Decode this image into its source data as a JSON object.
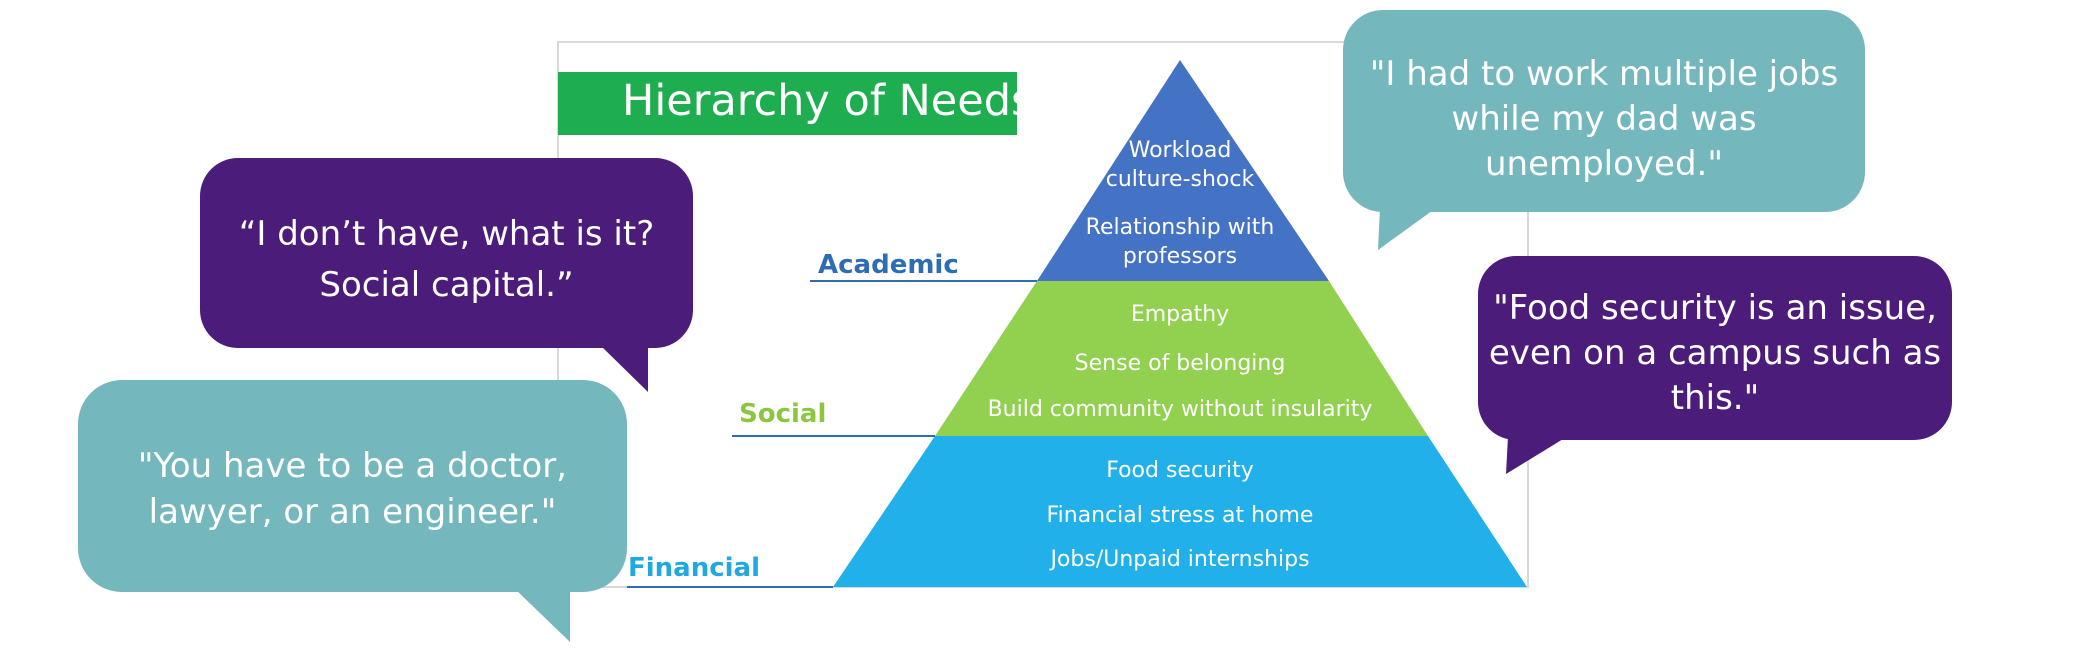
{
  "title": "Hierarchy of Needs",
  "colors": {
    "title_bg": "#1eae4f",
    "academic": "#4472c4",
    "social": "#92d050",
    "financial": "#22b0ea",
    "bubble_teal": "#74b7bc",
    "bubble_purple": "#4b1c7a"
  },
  "levels": {
    "academic": {
      "label": "Academic",
      "items": [
        "Workload",
        "culture-shock",
        "Relationship with",
        "professors"
      ]
    },
    "social": {
      "label": "Social",
      "items": [
        "Empathy",
        "Sense of belonging",
        "Build community without insularity"
      ]
    },
    "financial": {
      "label": "Financial",
      "items": [
        "Food security",
        "Financial stress at home",
        "Jobs/Unpaid internships"
      ]
    }
  },
  "quotes": {
    "social_capital": [
      "“I don’t have, what is it?",
      "Social capital.”"
    ],
    "doctor": [
      "\"You have to be a doctor,",
      "lawyer, or an engineer.\""
    ],
    "jobs": [
      "\"I had to work multiple jobs",
      "while my dad was",
      "unemployed.\""
    ],
    "food": [
      "\"Food security is an issue,",
      "even on a campus such as",
      "this.\""
    ]
  }
}
